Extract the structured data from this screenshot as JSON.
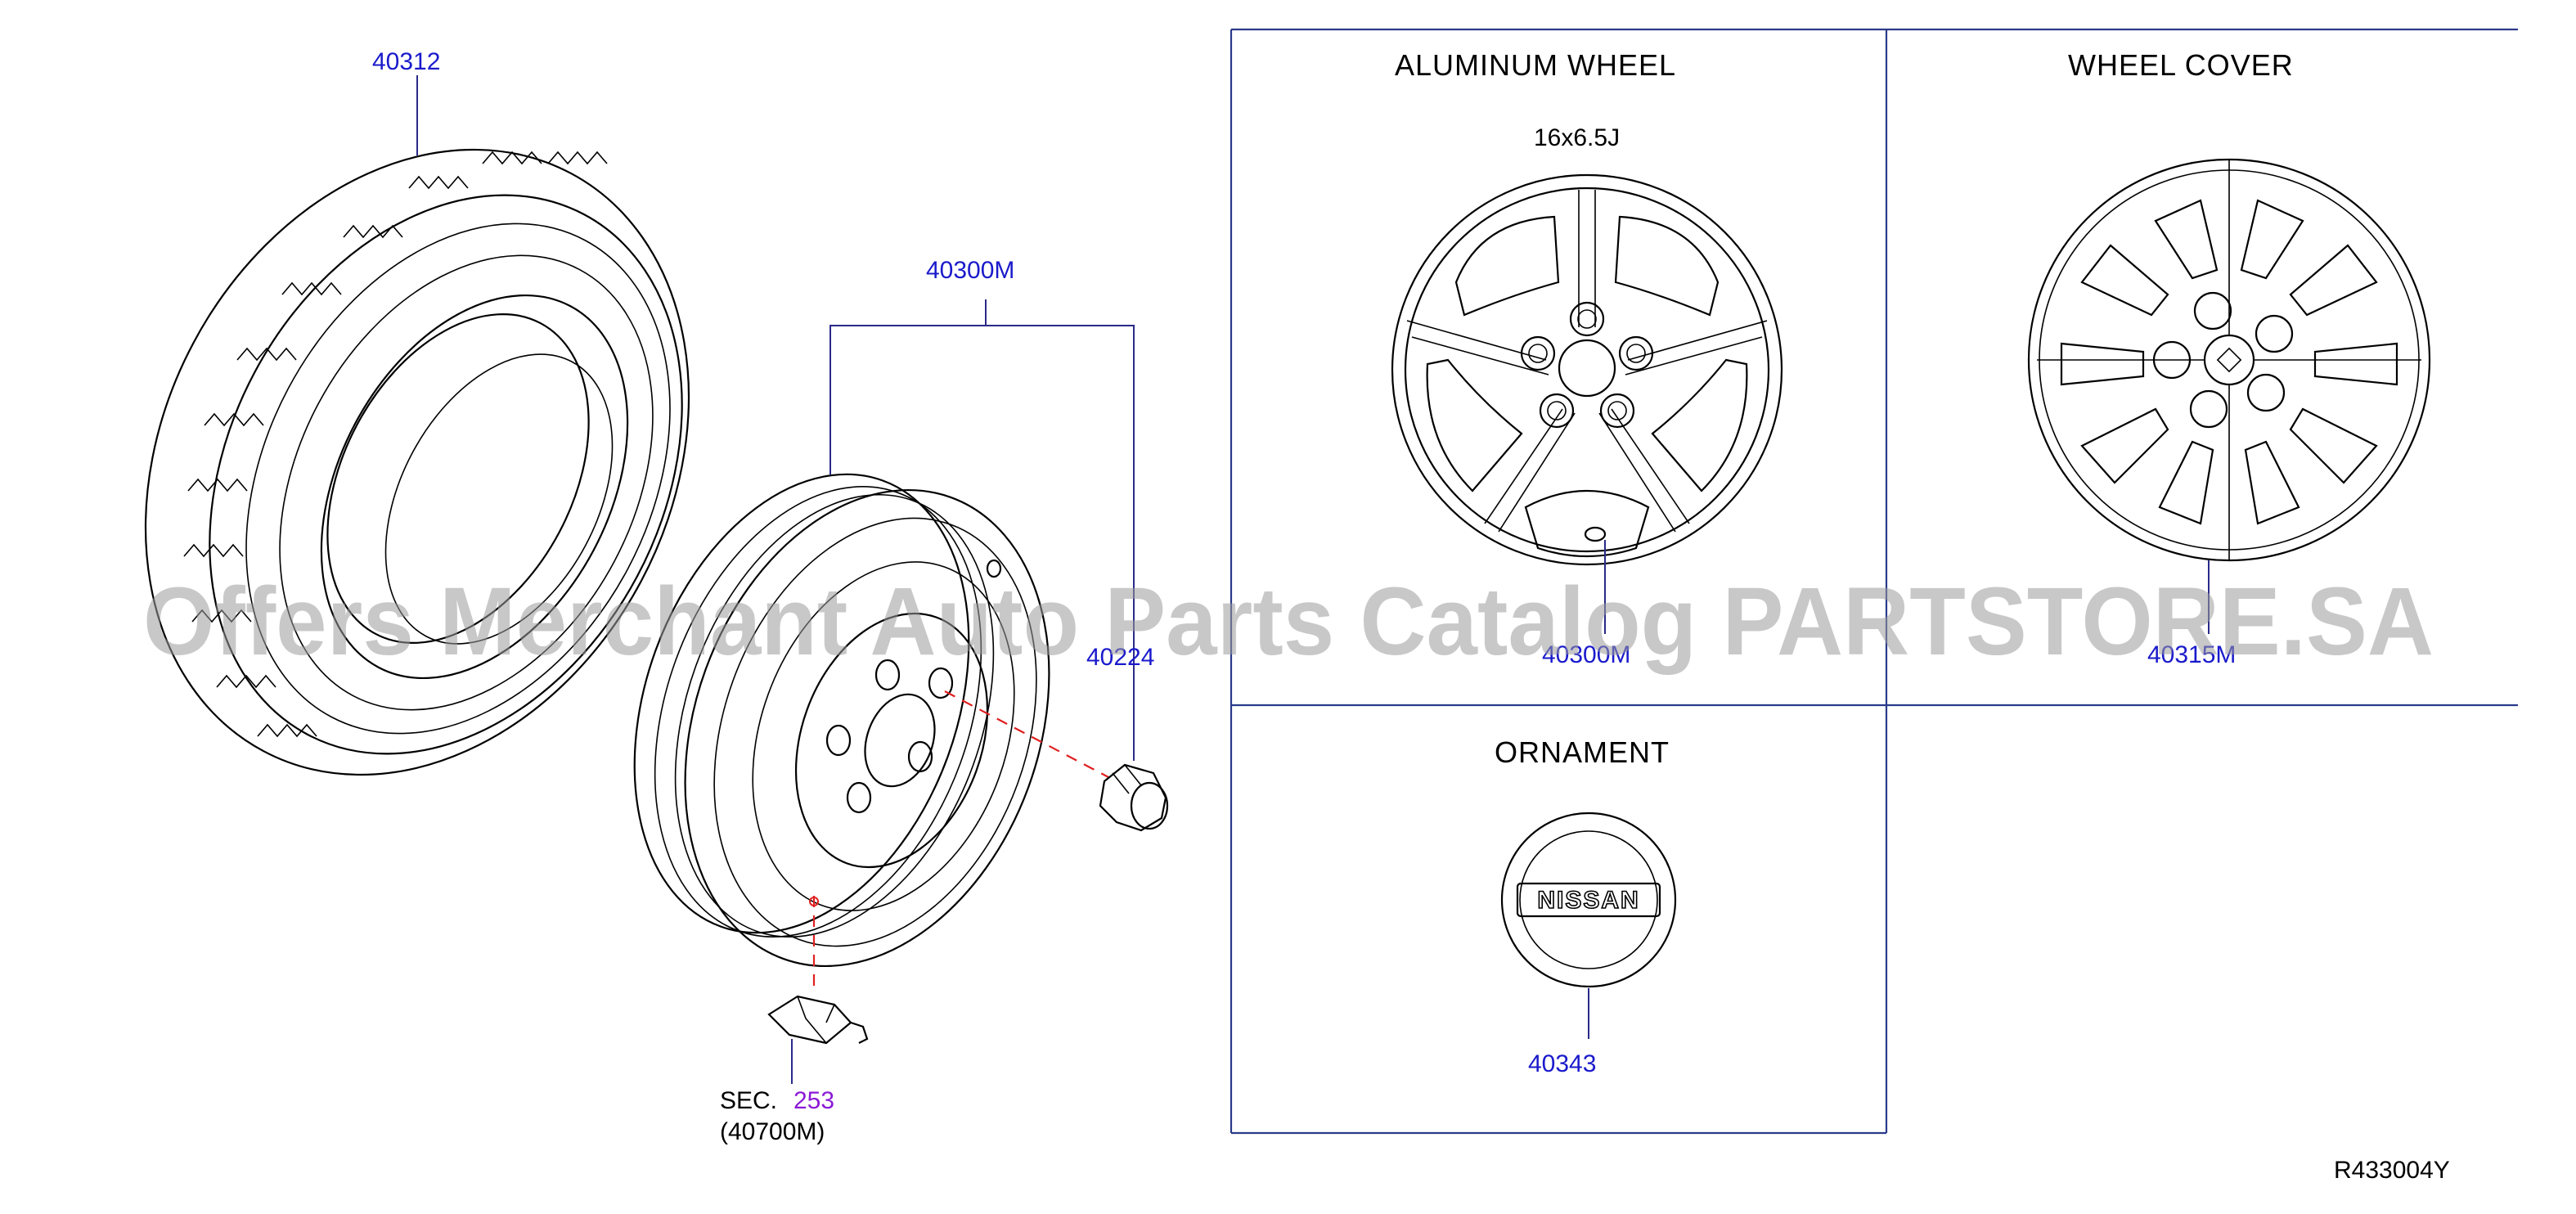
{
  "callouts": {
    "tire": "40312",
    "steel_wheel": "40300M",
    "wheel_nut": "40224",
    "sensor_sec": "SEC.",
    "sensor_sec_num": "253",
    "sensor_part": "(40700M)",
    "aluminum_wheel": "40300M",
    "wheel_cover": "40315M",
    "ornament": "40343"
  },
  "panels": {
    "aluminum_title": "ALUMINUM   WHEEL",
    "aluminum_size": "16x6.5J",
    "cover_title": "WHEEL   COVER",
    "ornament_title": "ORNAMENT",
    "ornament_logo": "NISSAN"
  },
  "diagram_code": "R433004Y",
  "watermark": "Offers Merchant Auto Parts Catalog PARTSTORE.SA",
  "colors": {
    "callout": "#1a1acc",
    "callout_sec": "#8a1ad6",
    "dashed_line": "#e02020",
    "frame": "#2a3a8a"
  }
}
